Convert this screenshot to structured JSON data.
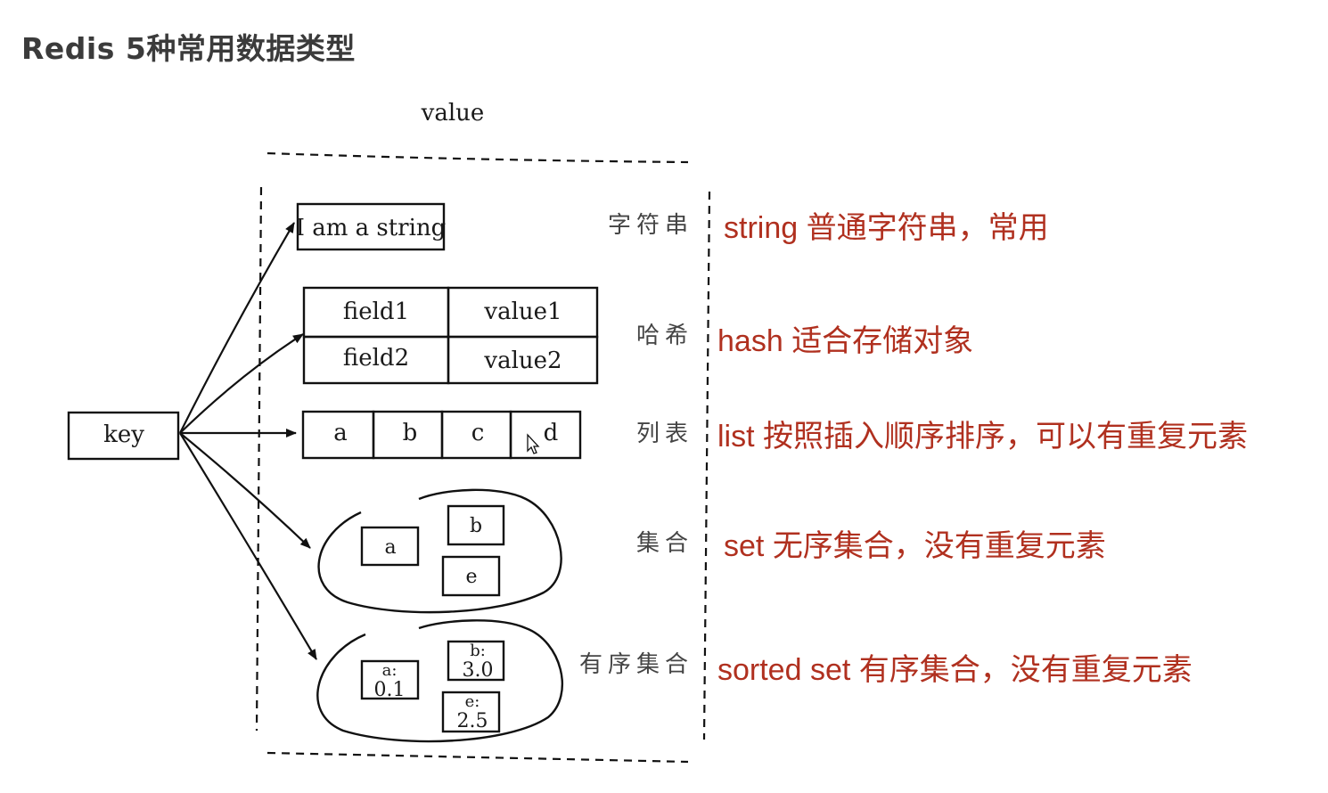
{
  "title": "Redis 5种常用数据类型",
  "diagram": {
    "value_label": "value",
    "key_label": "key",
    "string_value": "I am a string",
    "hash": {
      "field1": "field1",
      "value1": "value1",
      "field2": "field2",
      "value2": "value2"
    },
    "list": [
      "a",
      "b",
      "c",
      "d"
    ],
    "set": [
      "a",
      "b",
      "e"
    ],
    "zset": [
      {
        "member": "a:",
        "score": "0.1"
      },
      {
        "member": "b:",
        "score": "3.0"
      },
      {
        "member": "e:",
        "score": "2.5"
      }
    ],
    "type_labels": {
      "string": "字符串",
      "hash": "哈希",
      "list": "列表",
      "set": "集合",
      "zset": "有序集合"
    }
  },
  "descriptions": {
    "string": {
      "keyword": "string",
      "text": "普通字符串，常用"
    },
    "hash": {
      "keyword": "hash",
      "text": "适合存储对象"
    },
    "list": {
      "keyword": "list",
      "text": "按照插入顺序排序，可以有重复元素"
    },
    "set": {
      "keyword": "set",
      "text": "无序集合，没有重复元素"
    },
    "zset": {
      "keyword": "sorted set",
      "text": "有序集合，没有重复元素"
    }
  },
  "colors": {
    "title": "#3b3b3b",
    "description": "#b0301f",
    "ink": "#111111"
  }
}
